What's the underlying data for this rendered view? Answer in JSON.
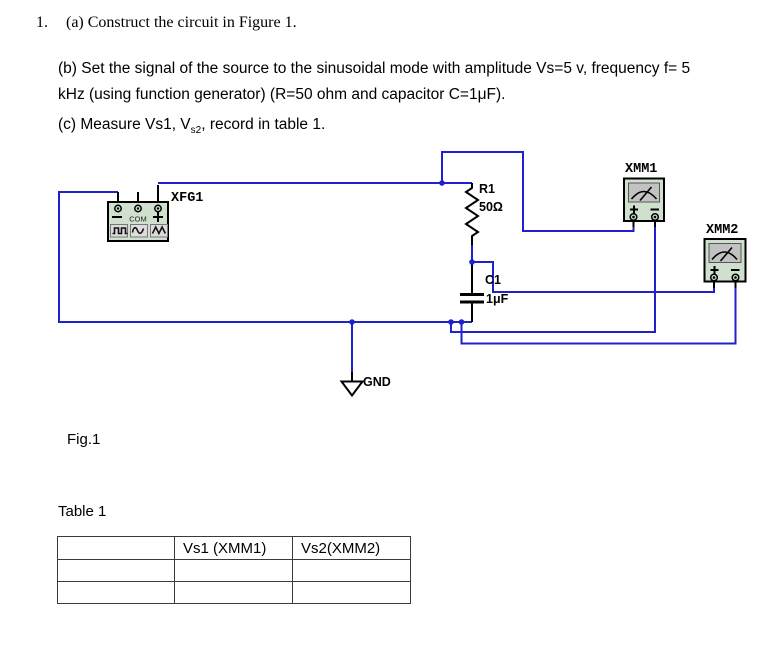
{
  "instructions": {
    "item_number": "1.",
    "part_a": "(a) Construct the circuit in Figure 1.",
    "part_b_line1": "(b) Set the signal of the source to the sinusoidal mode with amplitude Vs=5 v, frequency f= 5",
    "part_b_line2": "kHz (using function generator) (R=50 ohm and capacitor C=1μF).",
    "part_c_prefix": "(c) Measure Vs1, V",
    "part_c_subscript": "s2",
    "part_c_suffix": ", record in table 1."
  },
  "figure": {
    "caption": "Fig.1",
    "colors": {
      "wire": "#2121cc",
      "component_body": "#cfe0cf",
      "meter_display": "#c2c2c2",
      "button_face": "#dcdcdc",
      "table_border": "#3a3a3a"
    },
    "function_generator": {
      "label": "XFG1",
      "terminal_minus": "−",
      "terminal_com": "COM",
      "terminal_plus": "+",
      "waveform_buttons": [
        "square-wave",
        "sine-wave",
        "triangle-wave"
      ]
    },
    "resistor": {
      "label": "R1",
      "value": "50Ω"
    },
    "capacitor": {
      "label": "C1",
      "value": "1μF"
    },
    "ground": {
      "label": "GND"
    },
    "multimeter1": {
      "label": "XMM1",
      "plus": "+",
      "minus": "−"
    },
    "multimeter2": {
      "label": "XMM2",
      "plus": "+",
      "minus": "−"
    }
  },
  "table": {
    "title": "Table 1",
    "headers": [
      "",
      "Vs1 (XMM1)",
      "Vs2(XMM2)"
    ],
    "rows": [
      [
        "",
        "",
        ""
      ],
      [
        "",
        "",
        ""
      ]
    ]
  }
}
